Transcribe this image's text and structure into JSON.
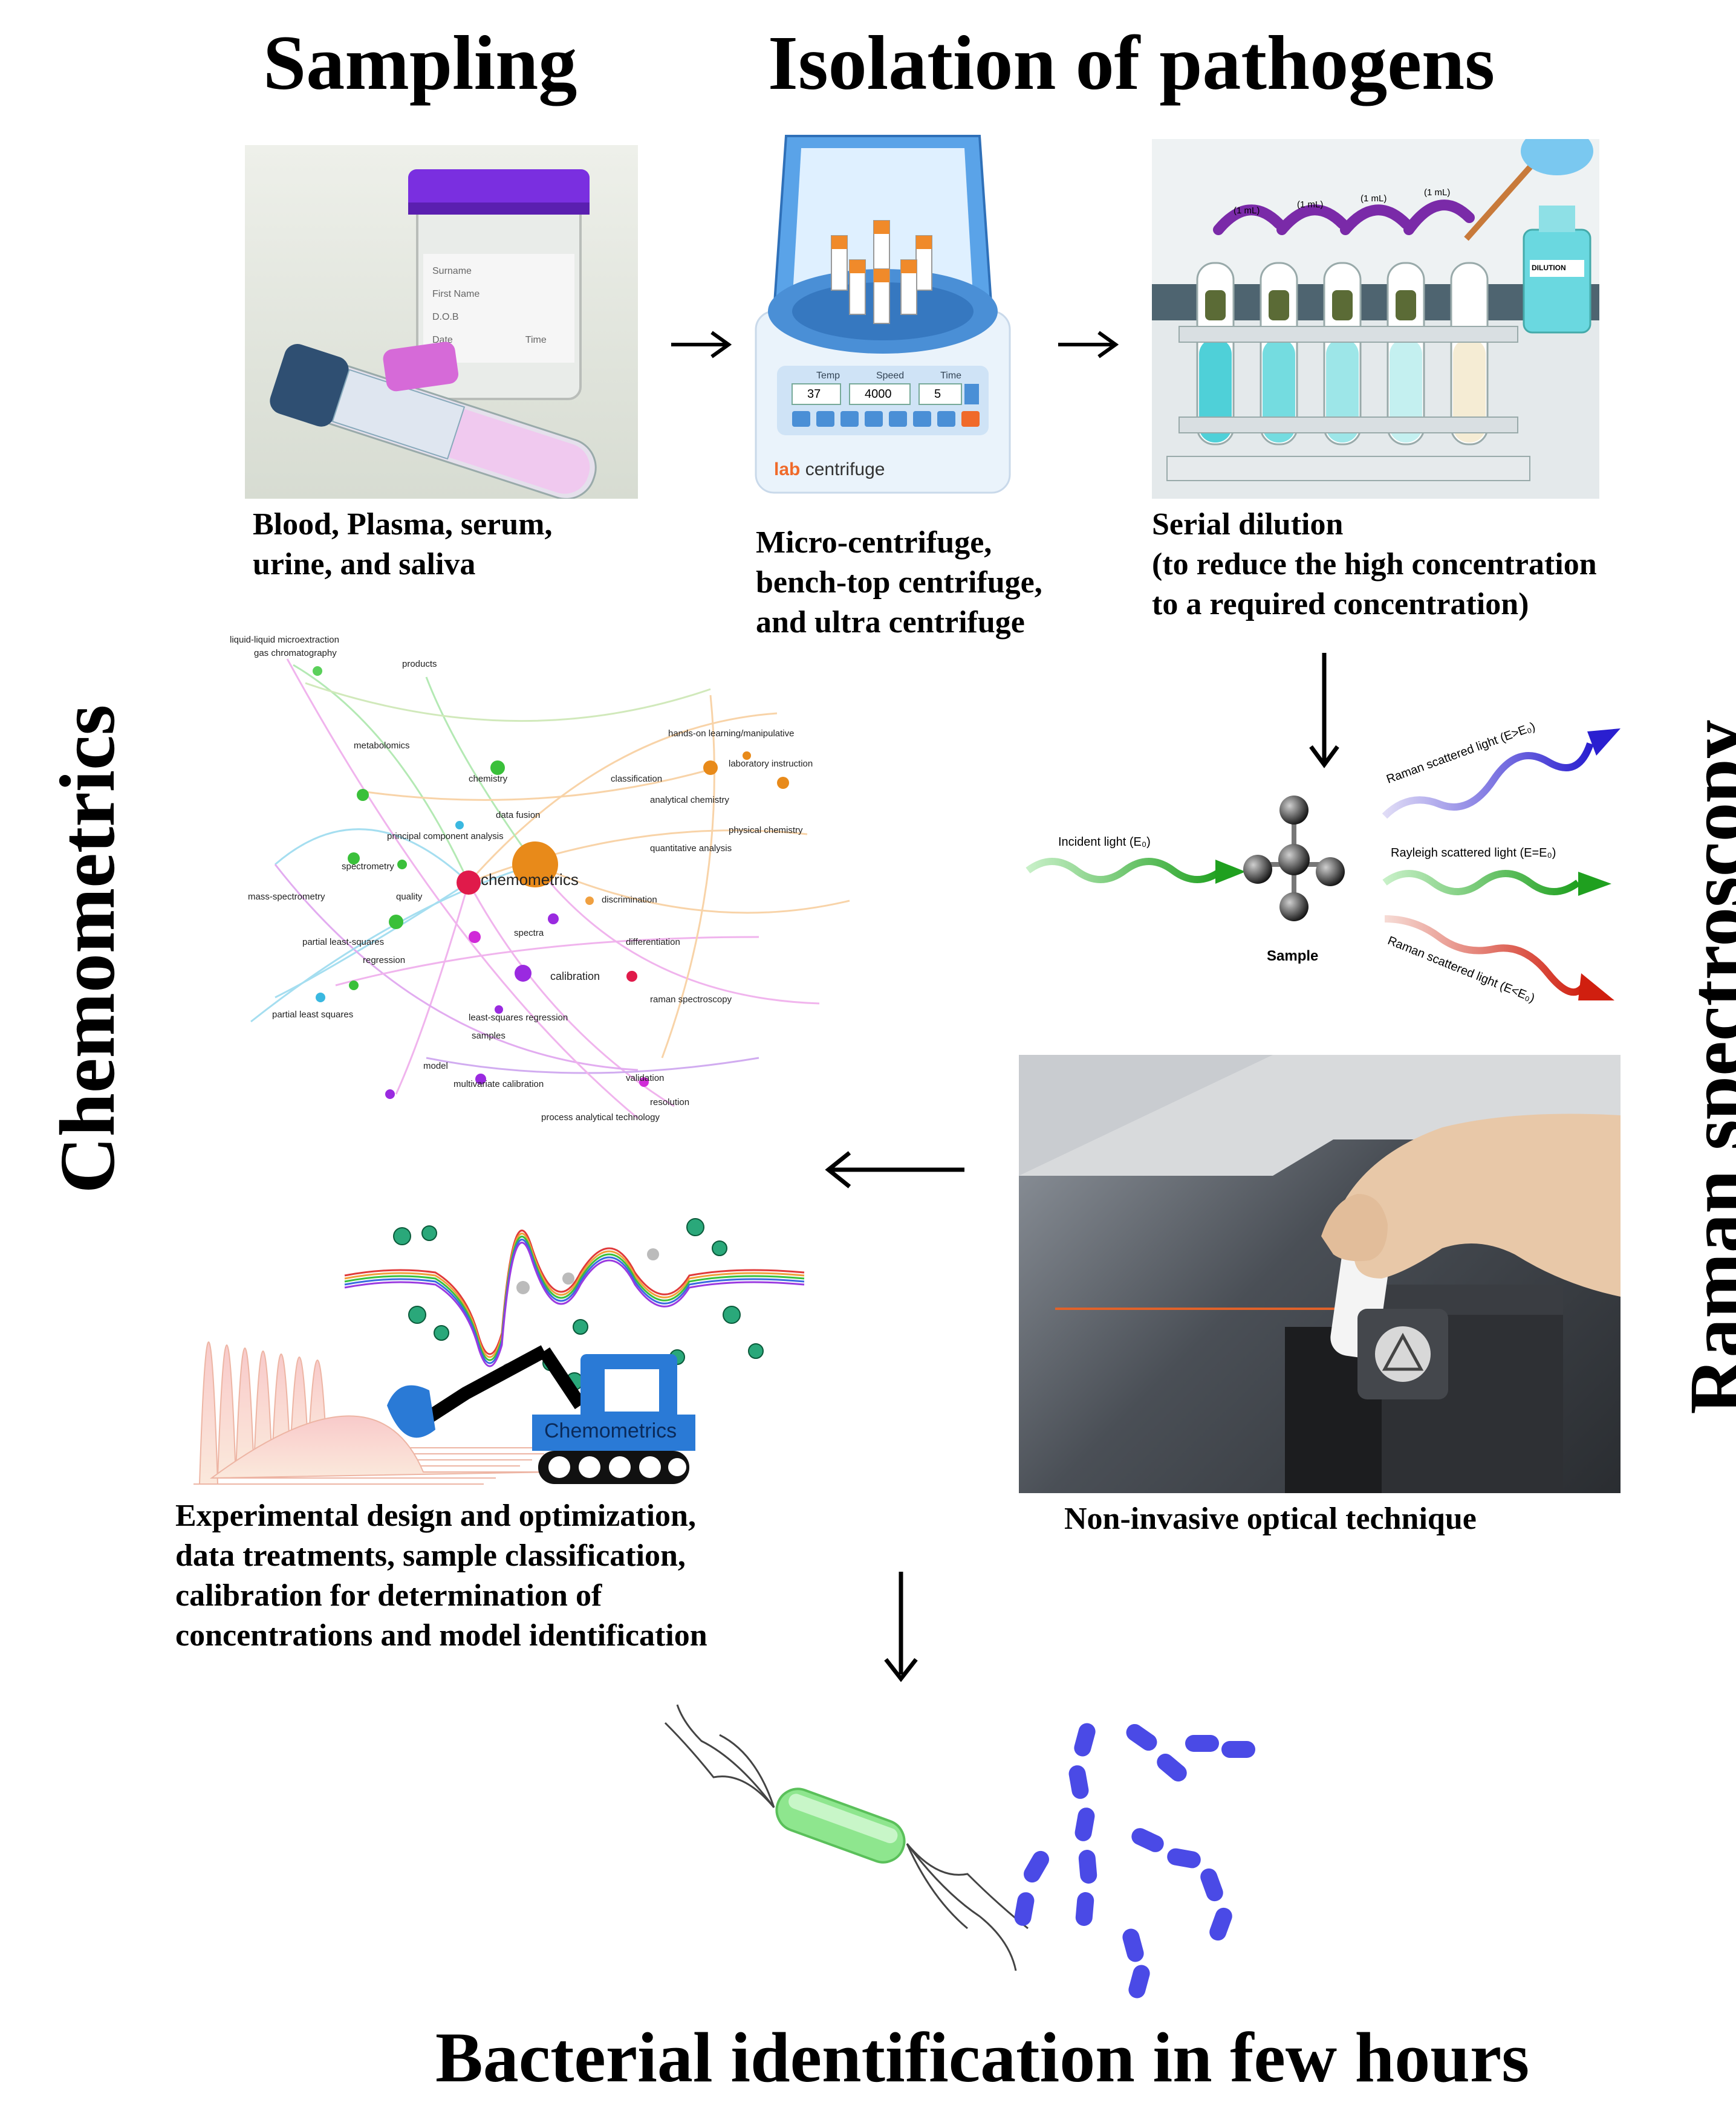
{
  "headings": {
    "sampling": "Sampling",
    "isolation": "Isolation of pathogens",
    "chemometrics": "Chemometrics",
    "raman": "Raman spectroscopy",
    "result": "Bacterial identification in few hours"
  },
  "captions": {
    "sampling": [
      "Blood, Plasma, serum,",
      "urine, and saliva"
    ],
    "centrifuge": [
      "Micro-centrifuge,",
      "bench-top centrifuge,",
      "and ultra centrifuge"
    ],
    "dilution": [
      "Serial dilution",
      "(to reduce the high concentration",
      "to a required concentration)"
    ],
    "optical": "Non-invasive optical technique",
    "chemometrics": [
      "Experimental design and optimization,",
      "data treatments, sample classification,",
      "calibration for determination of",
      "concentrations and model identification"
    ]
  },
  "centrifuge": {
    "labels": [
      "Temp",
      "Speed",
      "Time"
    ],
    "values": [
      "37",
      "4000",
      "5"
    ],
    "brand": "lab",
    "name": "centrifuge"
  },
  "dilution": {
    "transfer_labels": [
      "(1 mL)",
      "(1 mL)",
      "(1 mL)",
      "(1 mL)"
    ],
    "bottle_label": "DILUTION"
  },
  "sample_form": [
    "Surname",
    "First Name",
    "D.O.B",
    "Date",
    "Time"
  ],
  "raman_diagram": {
    "incident": "Incident light (E₀)",
    "rayleigh": "Rayleigh scattered light (E=E₀)",
    "raman_up": "Raman scattered light (E>E₀)",
    "raman_down": "Raman scattered light (E<E₀)",
    "sample": "Sample"
  },
  "network_terms": [
    "liquid-liquid microextraction",
    "gas chromatography",
    "products",
    "metabolomics",
    "chemistry",
    "data fusion",
    "principal component analysis",
    "spectrometry",
    "chemometrics",
    "mass-spectrometry",
    "quality",
    "partial least-squares",
    "regression",
    "partial least squares",
    "hands-on learning/manipulative",
    "classification",
    "laboratory instruction",
    "analytical chemistry",
    "physical chemistry",
    "quantitative analysis",
    "discrimination",
    "differentiation",
    "calibration",
    "raman spectroscopy",
    "least-squares regression",
    "samples",
    "model",
    "multivariate calibration",
    "validation",
    "resolution",
    "process analytical technology",
    "spectra"
  ],
  "excavator_label": "Chemometrics",
  "colors": {
    "text": "#000000",
    "centrifuge_body": "#4a8fd6",
    "lid_purple": "#7a2fe0",
    "incident": "#2aa82a",
    "raman_up": "#3a2fd6",
    "raman_down": "#d62a1a",
    "rayleigh": "#2aa82a",
    "bacteria_blue": "#4a4ae6",
    "bacteria_green": "#8ee68e"
  }
}
